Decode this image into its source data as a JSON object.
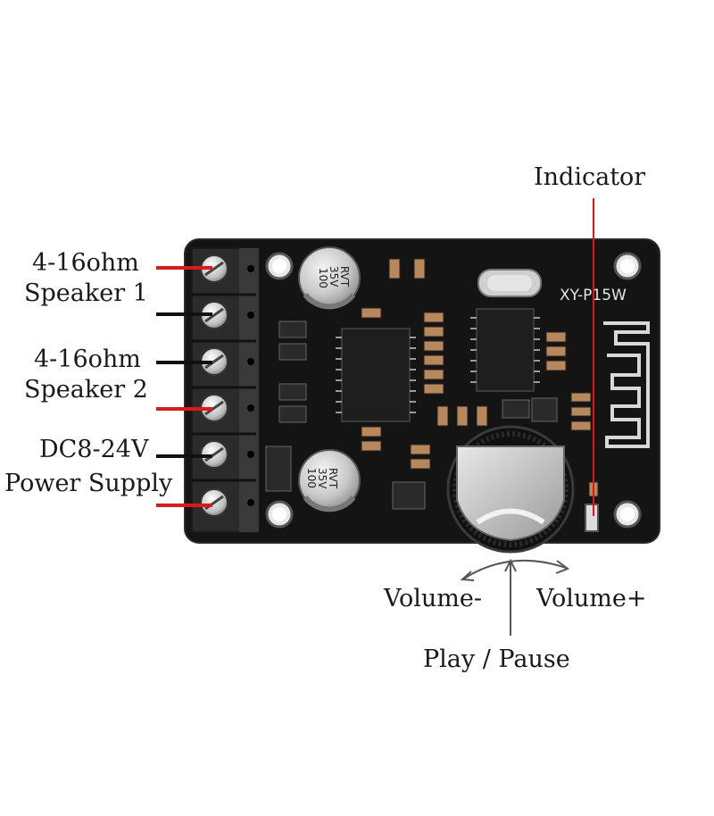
{
  "labels": {
    "indicator": "Indicator",
    "speaker1_ohm": "4-16ohm",
    "speaker1_name": "Speaker 1",
    "speaker2_ohm": "4-16ohm",
    "speaker2_name": "Speaker 2",
    "power_voltage": "DC8-24V",
    "power_name": "Power Supply",
    "volume_minus": "Volume-",
    "volume_plus": "Volume+",
    "play_pause": "Play / Pause"
  },
  "board": {
    "model": "XY-P15W",
    "capacitor_values": [
      "100",
      "35V",
      "RVT"
    ]
  },
  "colors": {
    "board": "#141414",
    "terminal": "#2b2b2b",
    "wire_positive": "#e01818",
    "wire_negative": "#111111",
    "indicator_line": "#e01818"
  }
}
